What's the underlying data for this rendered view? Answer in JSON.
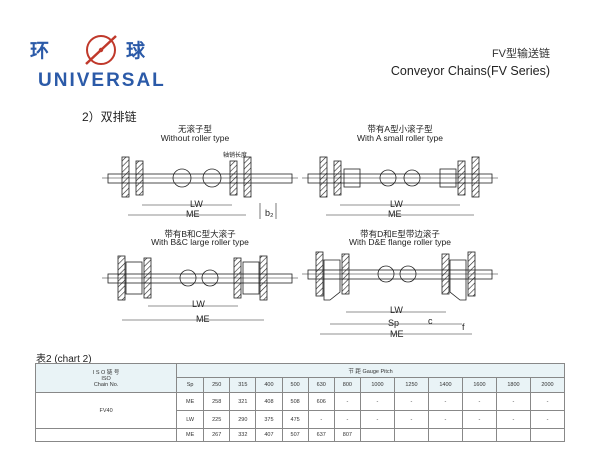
{
  "header": {
    "logo_cn_left": "环",
    "logo_cn_right": "球",
    "logo_text": "UNIVERSAL",
    "title_cn": "FV型输送链",
    "title_en": "Conveyor Chains(FV Series)"
  },
  "section_title": "2）双排链",
  "diagrams": [
    {
      "cn": "无滚子型",
      "en": "Without roller type",
      "dims": [
        "LW",
        "ME",
        "b₂"
      ],
      "extra": "轴销长度"
    },
    {
      "cn": "带有A型小滚子型",
      "en": "With A small roller type",
      "dims": [
        "LW",
        "ME"
      ]
    },
    {
      "cn": "带有B和C型大滚子",
      "en": "With B&C large roller type",
      "dims": [
        "LW",
        "ME"
      ]
    },
    {
      "cn": "带有D和E型带边滚子",
      "en": "With D&E flange roller type",
      "dims": [
        "LW",
        "Sp",
        "ME",
        "c",
        "f"
      ]
    }
  ],
  "table": {
    "caption": "表2 (chart 2)",
    "iso_label": "I S O 链 号",
    "iso_sub": "ISO",
    "chain_no_label": "Chain No.",
    "pitch_header": "节 距 Gauge  Pitch",
    "sp_label": "Sp",
    "pitches": [
      "250",
      "315",
      "400",
      "500",
      "630",
      "800",
      "1000",
      "1250",
      "1400",
      "1600",
      "1800",
      "2000"
    ],
    "rows": [
      {
        "chain": "FV40",
        "ME": [
          "258",
          "321",
          "408",
          "508",
          "606",
          "-",
          "-",
          "-",
          "-",
          "-",
          "-",
          "-"
        ],
        "LW": [
          "225",
          "290",
          "375",
          "475",
          "-",
          "-",
          "-",
          "-",
          "-",
          "-",
          "-",
          "-"
        ]
      }
    ],
    "partial_row": {
      "label": "ME",
      "values": [
        "267",
        "332",
        "407",
        "507",
        "637",
        "807",
        "",
        "",
        "",
        "",
        "",
        ""
      ]
    }
  },
  "colors": {
    "logo_blue": "#2b5aa8",
    "logo_red": "#c0392b",
    "table_header_bg": "#e9f3f6"
  }
}
